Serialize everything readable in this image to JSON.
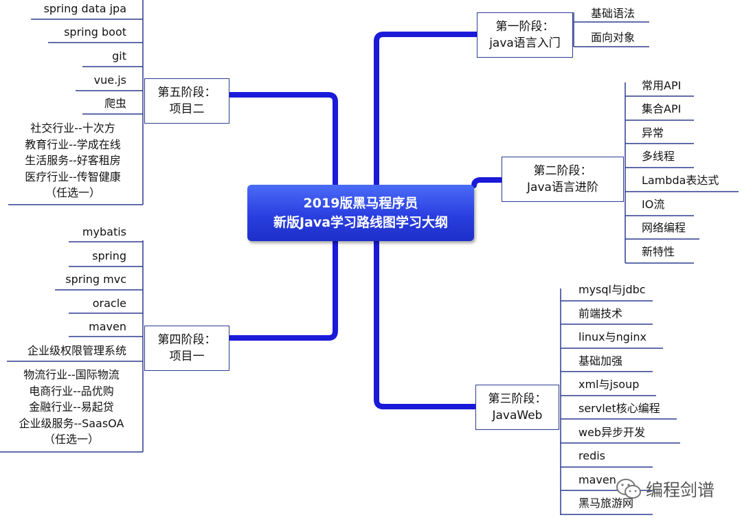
{
  "center": {
    "line1": "2019版黑马程序员",
    "line2": "新版Java学习路线图学习大纲"
  },
  "stage1": {
    "line1": "第一阶段：",
    "line2": "java语言入门",
    "items": [
      "基础语法",
      "面向对象"
    ]
  },
  "stage2": {
    "line1": "第二阶段：",
    "line2": "Java语言进阶",
    "items": [
      "常用API",
      "集合API",
      "异常",
      "多线程",
      "Lambda表达式",
      "IO流",
      "网络编程",
      "新特性"
    ]
  },
  "stage3": {
    "line1": "第三阶段：",
    "line2": "JavaWeb",
    "items": [
      "mysql与jdbc",
      "前端技术",
      "linux与nginx",
      "基础加强",
      "xml与jsoup",
      "servlet核心编程",
      "web异步开发",
      "redis",
      "maven",
      "黑马旅游网"
    ]
  },
  "stage4": {
    "line1": "第四阶段：",
    "line2": "项目一",
    "items": [
      "mybatis",
      "spring",
      "spring mvc",
      "oracle",
      "maven",
      "企业级权限管理系统"
    ],
    "group": [
      "物流行业--国际物流",
      "电商行业--品优购",
      "金融行业--易起贷",
      "企业级服务--SaasOA",
      "（任选一）"
    ]
  },
  "stage5": {
    "line1": "第五阶段：",
    "line2": "项目二",
    "items": [
      "spring data jpa",
      "spring boot",
      "git",
      "vue.js",
      "爬虫"
    ],
    "group": [
      "社交行业--十次方",
      "教育行业--学成在线",
      "生活服务--好客租房",
      "医疗行业--传智健康",
      "（任选一）"
    ]
  },
  "watermark": {
    "text": "编程剑谱",
    "icon": "wechat-icon"
  },
  "colors": {
    "trunk": "#1a1ad8",
    "stage_line": "#2b3a8f",
    "leaf_line": "#2b3a8f"
  }
}
